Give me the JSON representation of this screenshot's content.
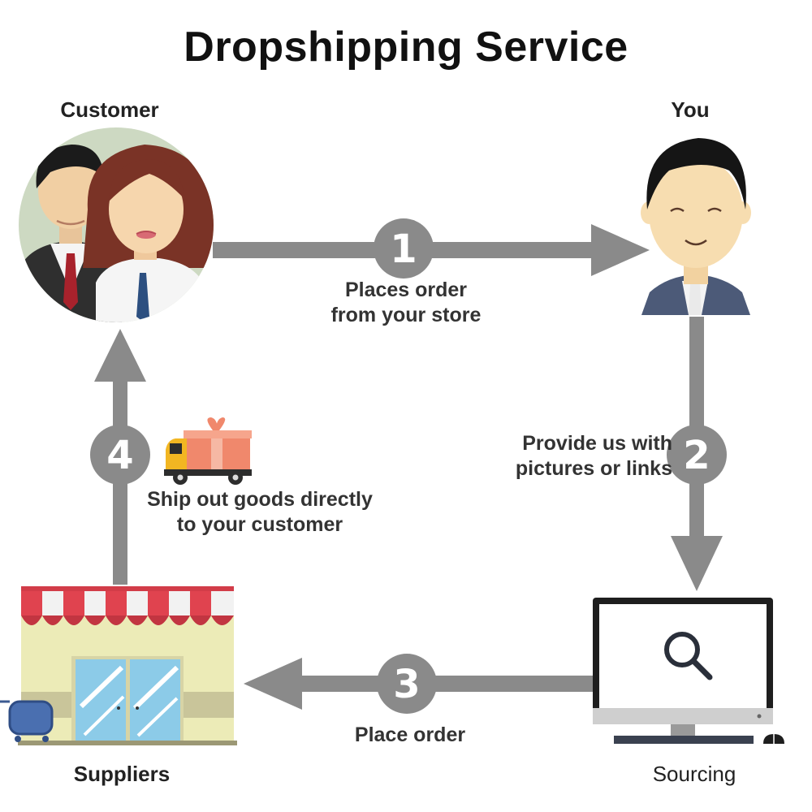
{
  "title": "Dropshipping Service",
  "nodes": {
    "customer": "Customer",
    "you": "You",
    "suppliers": "Suppliers",
    "sourcing": "Sourcing"
  },
  "steps": [
    {
      "number": "1",
      "label_lines": [
        "Places order",
        "from your store"
      ]
    },
    {
      "number": "2",
      "label_lines": [
        "Provide us with",
        "pictures or links"
      ]
    },
    {
      "number": "3",
      "label_lines": [
        "Place order"
      ]
    },
    {
      "number": "4",
      "label_lines": [
        "Ship out goods directly",
        "to your customer"
      ]
    }
  ],
  "colors": {
    "arrow": "#8a8a8a",
    "awning_red": "#e0434f",
    "awning_white": "#f2f2f2",
    "store_wall": "#ecebb7",
    "glass": "#8ccbe8",
    "truck_yellow": "#f2b622",
    "box_orange": "#f0886c",
    "you_shirt": "#4c5a78",
    "skin": "#f7ddb0"
  }
}
